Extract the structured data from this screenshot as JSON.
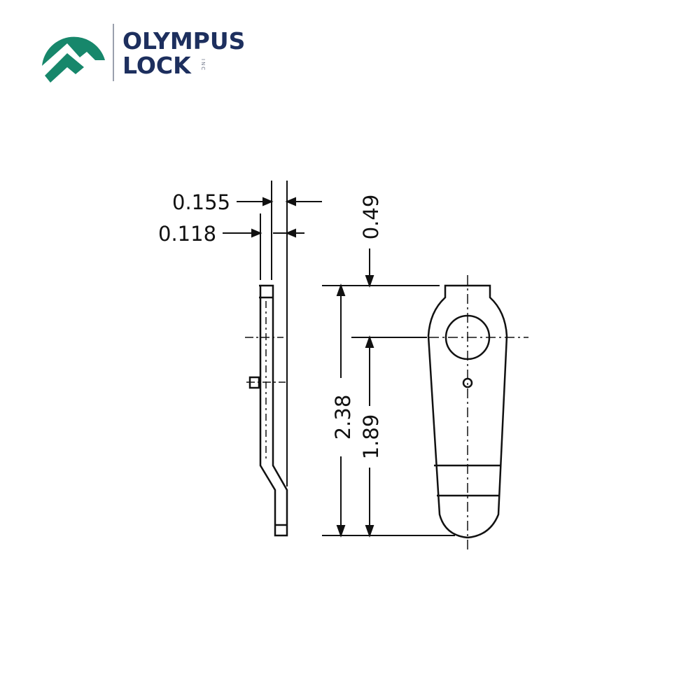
{
  "logo": {
    "line1": "OLYMPUS",
    "line2": "LOCK",
    "suffix": "INC",
    "brand_color": "#1d2f5e",
    "mark_color": "#17876b"
  },
  "dimensions": {
    "thickness_outer": "0.155",
    "thickness_inner": "0.118",
    "top_to_hole": "0.49",
    "overall_length": "2.38",
    "hole_to_bottom": "1.89"
  }
}
